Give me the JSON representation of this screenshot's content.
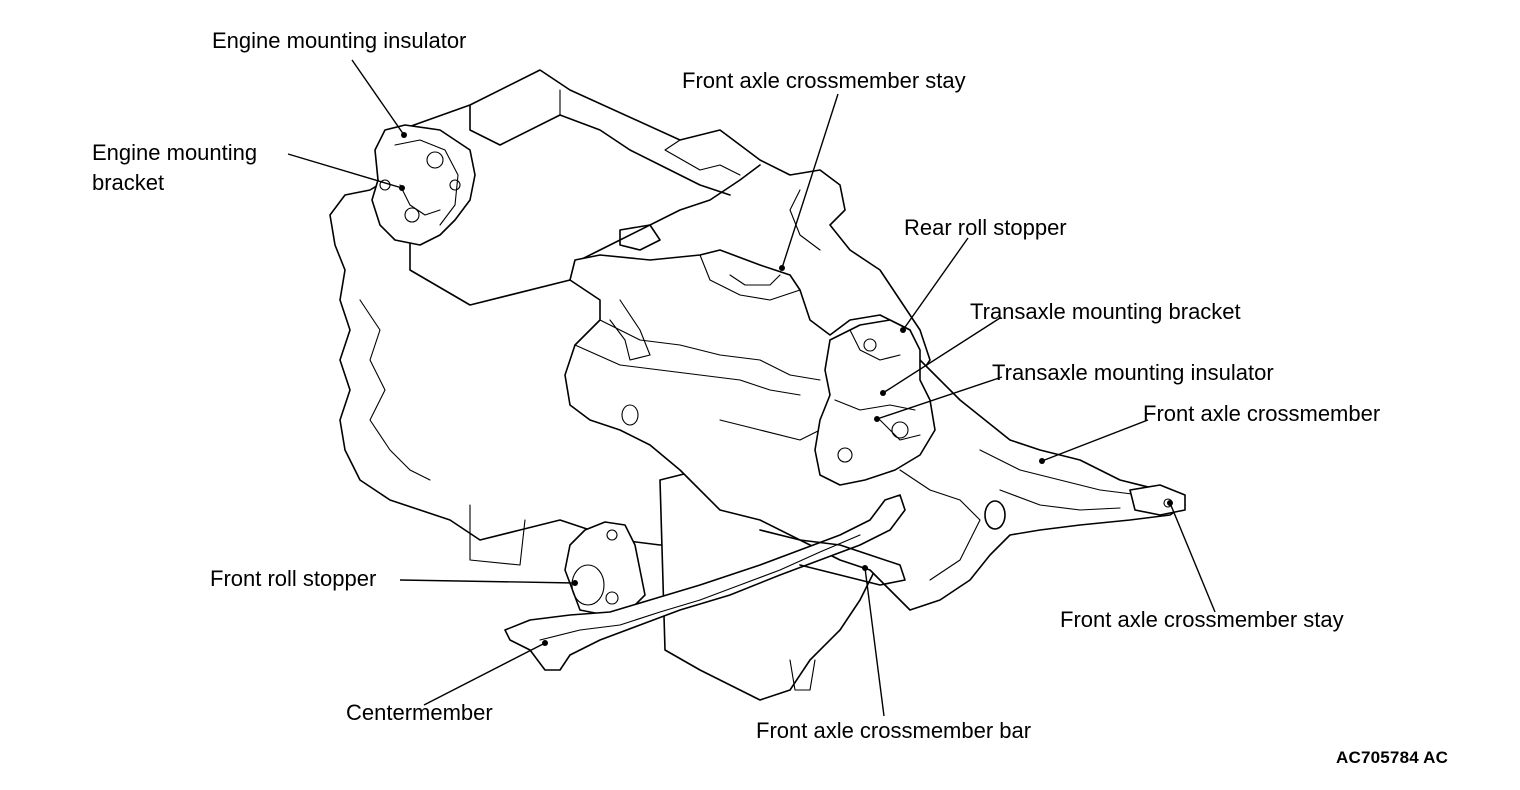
{
  "labels": {
    "engine_mounting_insulator": "Engine mounting insulator",
    "engine_mounting_bracket_line1": "Engine mounting",
    "engine_mounting_bracket_line2": "bracket",
    "front_axle_crossmember_stay_top": "Front axle crossmember stay",
    "rear_roll_stopper": "Rear roll stopper",
    "transaxle_mounting_bracket": "Transaxle mounting bracket",
    "transaxle_mounting_insulator": "Transaxle mounting insulator",
    "front_axle_crossmember": "Front axle crossmember",
    "front_roll_stopper": "Front roll stopper",
    "front_axle_crossmember_stay_right": "Front axle crossmember stay",
    "centermember": "Centermember",
    "front_axle_crossmember_bar": "Front axle crossmember bar"
  },
  "figure_code": "AC705784 AC"
}
